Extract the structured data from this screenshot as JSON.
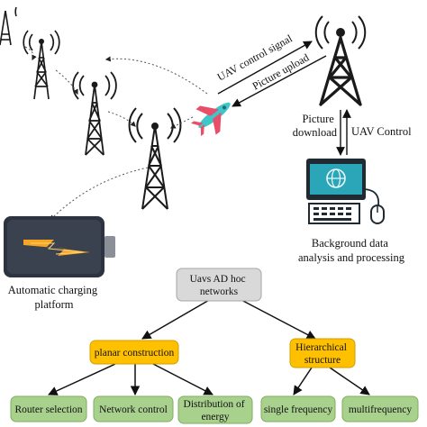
{
  "labels": {
    "uav_control_signal": "UAV control signal",
    "picture_upload": "Picture upload",
    "picture_download_line1": "Picture",
    "picture_download_line2": "download",
    "uav_control": "UAV Control",
    "background_line1": "Background data",
    "background_line2": "analysis and processing",
    "charging_line1": "Automatic charging",
    "charging_line2": "platform"
  },
  "tree": {
    "root_line1": "Uavs AD hoc",
    "root_line2": "networks",
    "planar": "planar construction",
    "hier_line1": "Hierarchical",
    "hier_line2": "structure",
    "leaves": {
      "router": "Router selection",
      "network": "Network control",
      "dist_line1": "Distribution of",
      "dist_line2": "energy",
      "single": "single frequency",
      "multi": "multifrequency"
    }
  },
  "colors": {
    "root_fill": "#d9d9d9",
    "planar_fill": "#ffc000",
    "hier_fill": "#ffc000",
    "leaf_fill": "#a9d18e",
    "tower": "#1a1a1a",
    "uav_body": "#3ec6c9",
    "uav_wing": "#e84e6a",
    "battery_body": "#2d3340",
    "bolt": "#f6a623",
    "computer_screen": "#2aa6b8"
  },
  "icons": [
    "cell-tower-icon",
    "uav-plane-icon",
    "battery-icon",
    "computer-icon",
    "antenna-tower-icon"
  ]
}
